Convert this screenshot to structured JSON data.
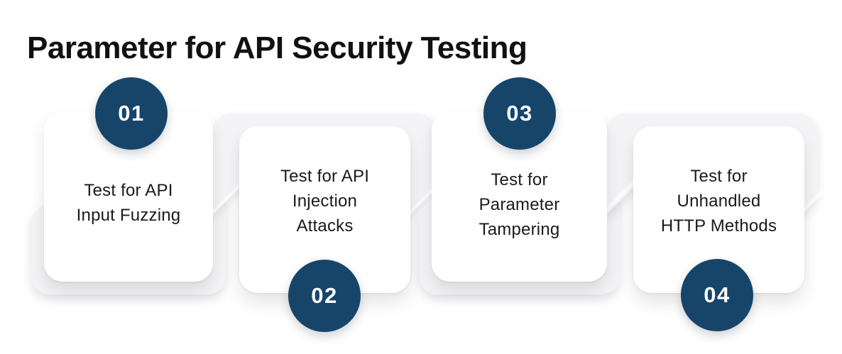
{
  "title": "Parameter for API Security Testing",
  "colors": {
    "accent_color": "#17456a",
    "band_color": "#f4f4f6",
    "card_color": "#ffffff",
    "text_color": "#1a1a1a",
    "number_color": "#ffffff",
    "title_color": "#111111"
  },
  "cards": [
    {
      "number": "01",
      "badge_position": "top",
      "lines": [
        "Test for API",
        "Input Fuzzing"
      ]
    },
    {
      "number": "02",
      "badge_position": "bottom",
      "lines": [
        "Test for API",
        "Injection",
        "Attacks"
      ]
    },
    {
      "number": "03",
      "badge_position": "top",
      "lines": [
        "Test for",
        "Parameter",
        "Tampering"
      ]
    },
    {
      "number": "04",
      "badge_position": "bottom",
      "lines": [
        "Test for",
        "Unhandled",
        "HTTP Methods"
      ]
    }
  ]
}
